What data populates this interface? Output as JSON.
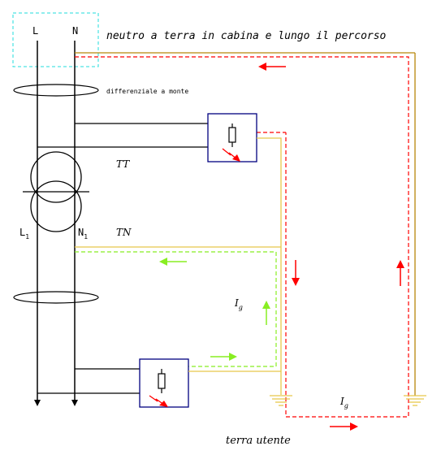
{
  "labels": {
    "line_l": "L",
    "line_n": "N",
    "header": "neutro a terra in cabina e lungo il percorso",
    "upstream_rcd": "differenziale a monte",
    "tt": "TT",
    "tn": "TN",
    "l1_main": "L",
    "l1_sub": "1",
    "n1_main": "N",
    "n1_sub": "1",
    "ig1_main": "I",
    "ig1_sub": "g",
    "ig2_main": "I",
    "ig2_sub": "g",
    "user_earth": "terra utente"
  },
  "colors": {
    "conductor": "#000000",
    "pe_conductor": "#e8c84a",
    "pe_conductor_dark": "#b8860b",
    "fault_path": "#ff0000",
    "tn_return_path": "#88ee22",
    "device_border": "#000080",
    "cabin_box": "#22dddd"
  },
  "icons": {
    "arrow_left_red": "arrow-left",
    "arrow_right_red": "arrow-right",
    "arrow_up_red": "arrow-up",
    "arrow_down_red": "arrow-down",
    "arrow_left_green": "arrow-left",
    "arrow_right_green": "arrow-right",
    "arrow_up_green": "arrow-up",
    "earth_symbol": "ground-icon",
    "fault_symbol": "lightning-icon"
  }
}
